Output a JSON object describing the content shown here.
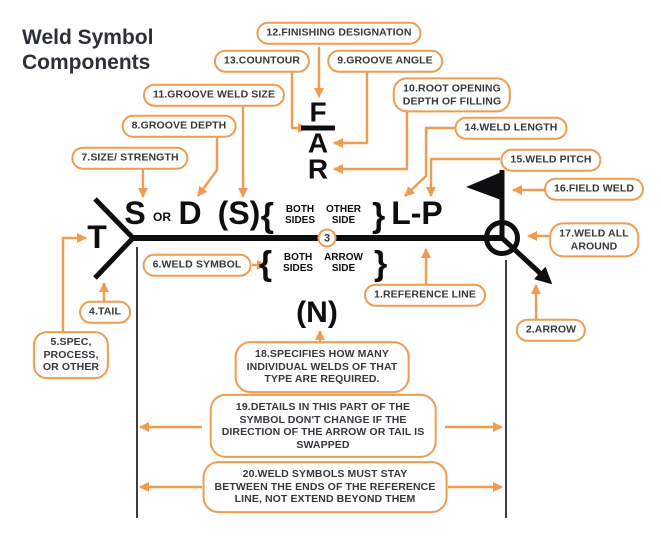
{
  "title": "Weld Symbol\nComponents",
  "colors": {
    "accent": "#ED9C50",
    "ink": "#2D3037",
    "symbol": "#0E0E10"
  },
  "callouts": {
    "c1": "1.REFERENCE LINE",
    "c2": "2.ARROW",
    "c4": "4.TAIL",
    "c5": "5.SPEC,\nPROCESS,\nOR OTHER",
    "c6": "6.WELD SYMBOL",
    "c7": "7.SIZE/ STRENGTH",
    "c8": "8.GROOVE DEPTH",
    "c9": "9.GROOVE ANGLE",
    "c10": "10.ROOT OPENING\nDEPTH OF FILLING",
    "c11": "11.GROOVE WELD SIZE",
    "c12": "12.FINISHING DESIGNATION",
    "c13": "13.COUNTOUR",
    "c14": "14.WELD LENGTH",
    "c15": "15.WELD PITCH",
    "c16": "16.FIELD WELD",
    "c17": "17.WELD ALL\nAROUND",
    "c18": "18.SPECIFIES HOW MANY\nINDIVIDUAL WELDS OF THAT\nTYPE ARE REQUIRED.",
    "c19": "19.DETAILS IN THIS PART OF THE\nSYMBOL DON'T CHANGE IF THE\nDIRECTION OF THE ARROW OR TAIL IS\nSWAPPED",
    "c20": "20.WELD SYMBOLS MUST STAY\nBETWEEN THE ENDS OF THE REFERENCE\nLINE, NOT EXTEND BEYOND THEM"
  },
  "symbol": {
    "tail_letter": "T",
    "single": "S",
    "or": "OR",
    "double": "D",
    "paren_size": "(S)",
    "finish": "F",
    "angle": "A",
    "root": "R",
    "ref_count": "3",
    "length_pitch": "L-P",
    "weld_count": "(N)",
    "top_brace": {
      "open": "{",
      "left": "BOTH\nSIDES",
      "right": "OTHER\nSIDE",
      "close": "}"
    },
    "bottom_brace": {
      "open": "{",
      "left": "BOTH\nSIDES",
      "right": "ARROW\nSIDE",
      "close": "}"
    }
  }
}
